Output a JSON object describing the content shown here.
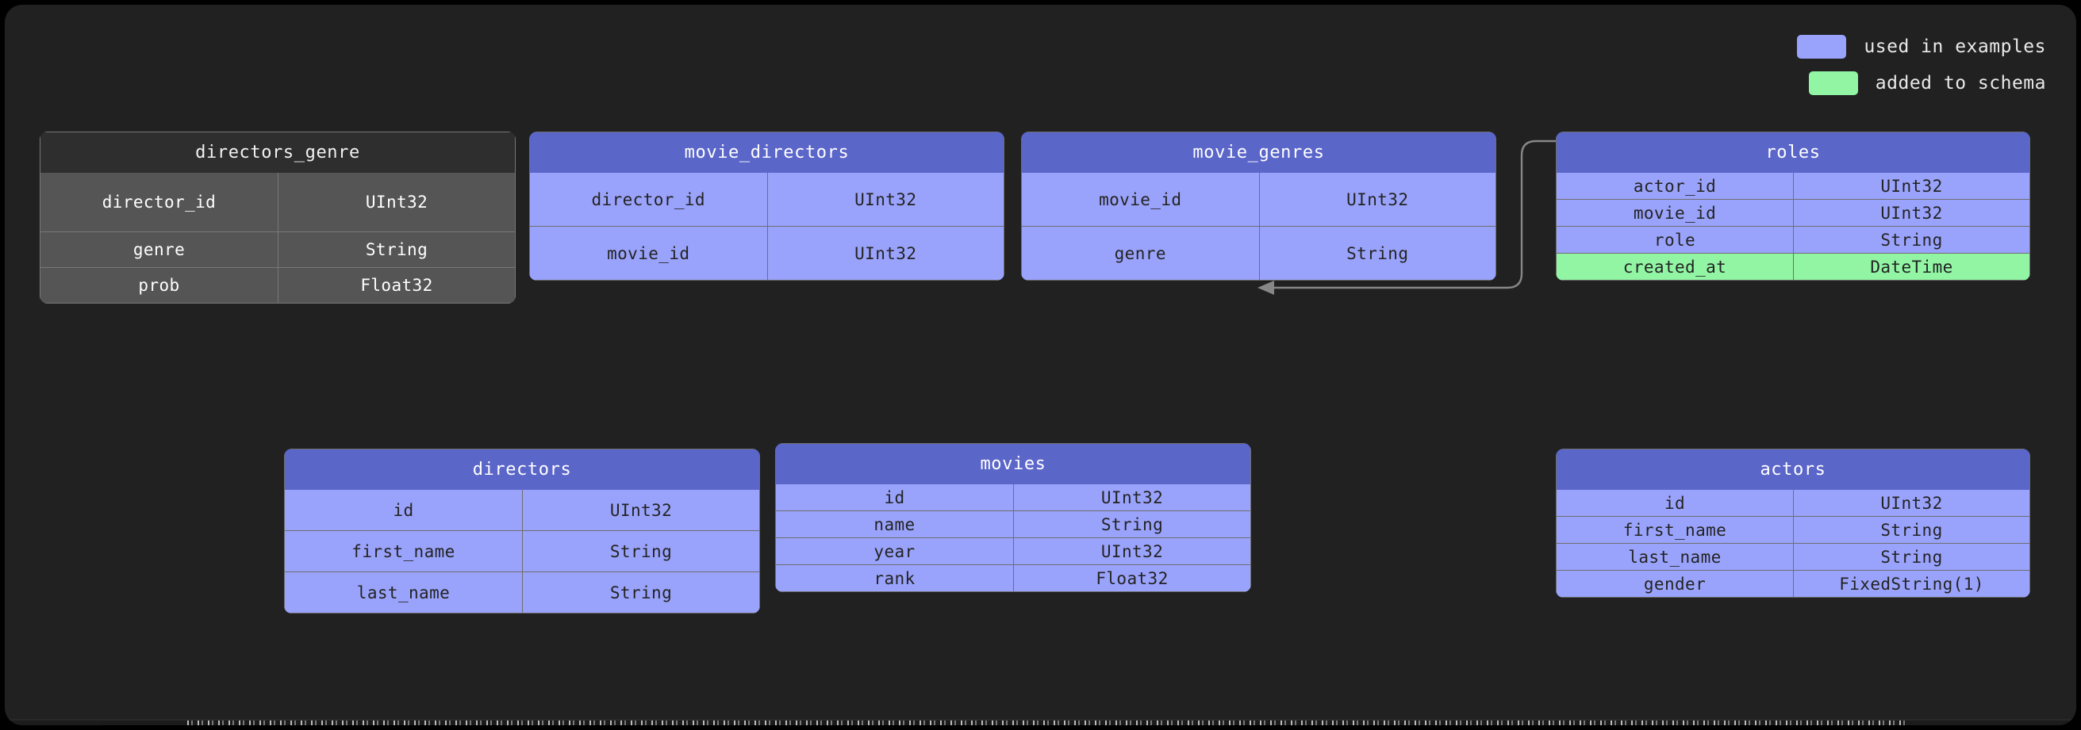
{
  "legend": {
    "items": [
      {
        "label": "used in examples",
        "color": "#9aa3fb",
        "swatch": "blue"
      },
      {
        "label": "added to schema",
        "color": "#91f5a4",
        "swatch": "green"
      }
    ]
  },
  "theme": {
    "canvas_bg": "#212121",
    "blue_header": "#5b66c9",
    "blue_row": "#9aa3fb",
    "green_row": "#91f5a4",
    "gray_header": "#2e2e2e",
    "gray_row": "#555555",
    "connector": "#878787"
  },
  "tables": [
    {
      "name": "directors_genre",
      "style": "gray",
      "columns": [
        {
          "name": "director_id",
          "type": "UInt32",
          "highlight": "none"
        },
        {
          "name": "genre",
          "type": "String",
          "highlight": "none"
        },
        {
          "name": "prob",
          "type": "Float32",
          "highlight": "none"
        }
      ]
    },
    {
      "name": "movie_directors",
      "style": "blue",
      "columns": [
        {
          "name": "director_id",
          "type": "UInt32",
          "highlight": "none"
        },
        {
          "name": "movie_id",
          "type": "UInt32",
          "highlight": "none"
        }
      ]
    },
    {
      "name": "movie_genres",
      "style": "blue",
      "columns": [
        {
          "name": "movie_id",
          "type": "UInt32",
          "highlight": "none"
        },
        {
          "name": "genre",
          "type": "String",
          "highlight": "none"
        }
      ]
    },
    {
      "name": "roles",
      "style": "blue",
      "columns": [
        {
          "name": "actor_id",
          "type": "UInt32",
          "highlight": "none"
        },
        {
          "name": "movie_id",
          "type": "UInt32",
          "highlight": "none"
        },
        {
          "name": "role",
          "type": "String",
          "highlight": "none"
        },
        {
          "name": "created_at",
          "type": "DateTime",
          "highlight": "added"
        }
      ]
    },
    {
      "name": "directors",
      "style": "blue",
      "columns": [
        {
          "name": "id",
          "type": "UInt32",
          "highlight": "none"
        },
        {
          "name": "first_name",
          "type": "String",
          "highlight": "none"
        },
        {
          "name": "last_name",
          "type": "String",
          "highlight": "none"
        }
      ]
    },
    {
      "name": "movies",
      "style": "blue",
      "columns": [
        {
          "name": "id",
          "type": "UInt32",
          "highlight": "none"
        },
        {
          "name": "name",
          "type": "String",
          "highlight": "none"
        },
        {
          "name": "year",
          "type": "UInt32",
          "highlight": "none"
        },
        {
          "name": "rank",
          "type": "Float32",
          "highlight": "none"
        }
      ]
    },
    {
      "name": "actors",
      "style": "blue",
      "columns": [
        {
          "name": "id",
          "type": "UInt32",
          "highlight": "none"
        },
        {
          "name": "first_name",
          "type": "String",
          "highlight": "none"
        },
        {
          "name": "last_name",
          "type": "String",
          "highlight": "none"
        },
        {
          "name": "gender",
          "type": "FixedString(1)",
          "highlight": "none"
        }
      ]
    }
  ],
  "relations": [
    {
      "from": "directors_genre",
      "to": "directors"
    },
    {
      "from": "movie_directors",
      "to": "directors"
    },
    {
      "from": "movie_directors",
      "to": "movies"
    },
    {
      "from": "movie_genres",
      "to": "movies"
    },
    {
      "from": "roles",
      "to": "movies"
    },
    {
      "from": "roles",
      "to": "actors"
    }
  ]
}
